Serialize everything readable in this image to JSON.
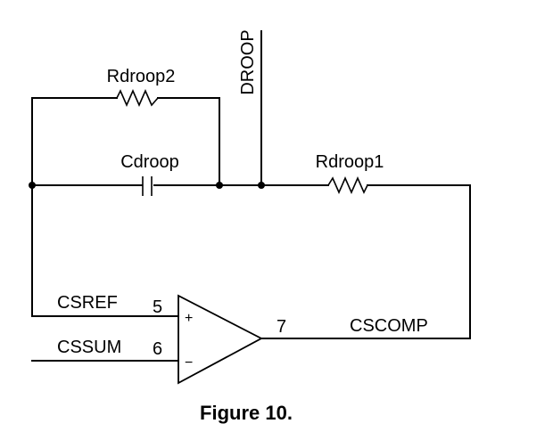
{
  "components": {
    "rdroop2": "Rdroop2",
    "cdroop": "Cdroop",
    "rdroop1": "Rdroop1"
  },
  "signals": {
    "droop": "DROOP",
    "csref": "CSREF",
    "cssum": "CSSUM",
    "cscomp": "CSCOMP"
  },
  "pins": {
    "csref": "5",
    "cssum": "6",
    "cscomp": "7"
  },
  "opamp": {
    "plus": "+",
    "minus": "−"
  },
  "caption": "Figure 10."
}
